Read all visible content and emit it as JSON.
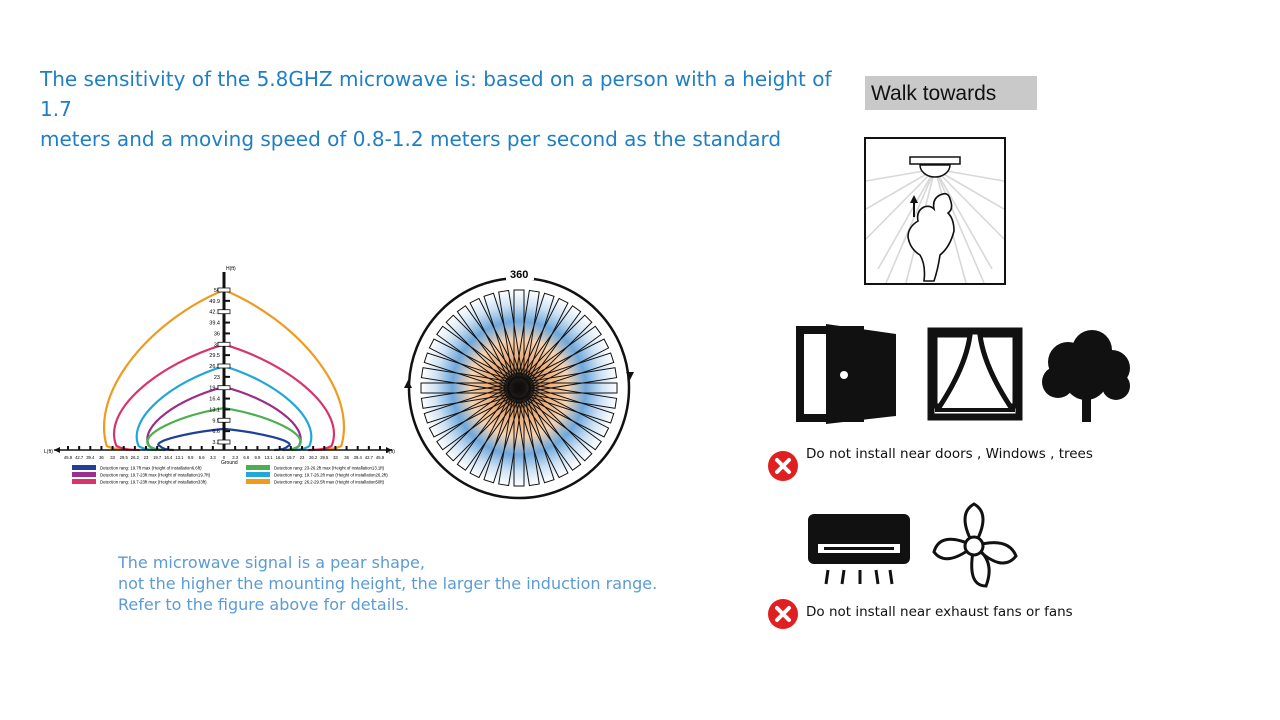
{
  "headline": {
    "line1": "The sensitivity of the 5.8GHZ microwave is: based on a person with a height of 1.7",
    "line2": "meters and a moving speed of 0.8-1.2 meters per second as the standard"
  },
  "chart_data": {
    "type": "area",
    "ylabel": "H(ft)",
    "xlabel": "L(ft)",
    "ground_label": "Ground",
    "y_ticks": [
      "3.3",
      "6.6",
      "9.9",
      "13.1",
      "16.4",
      "19.7",
      "23",
      "26.2",
      "29.5",
      "33",
      "36",
      "39.4",
      "42.7",
      "49.9",
      "50"
    ],
    "x_ticks": [
      "45.9",
      "42.7",
      "39.4",
      "36",
      "33",
      "29.5",
      "26.2",
      "23",
      "19.7",
      "16.4",
      "13.1",
      "9.9",
      "6.6",
      "3.3",
      "0",
      "3.3",
      "6.6",
      "9.9",
      "13.1",
      "16.4",
      "19.7",
      "23",
      "26.2",
      "29.5",
      "33",
      "36",
      "39.4",
      "42.7",
      "45.9"
    ],
    "series": [
      {
        "name": "Detection rang: 19.7ft max (Height of installation6.6ft)",
        "color": "#1f3f99",
        "height": 6.6,
        "range": 19.7
      },
      {
        "name": "Detection rang: 19.7-23ft max (Height of installation19.7ft)",
        "color": "#9b2e8c",
        "height": 19.7,
        "range": 23
      },
      {
        "name": "Detection rang: 19.7-23ft max (Height of installation33ft)",
        "color": "#d8336a",
        "height": 33,
        "range": 33
      },
      {
        "name": "Detection rang: 23-26.2ft max (Height of installation13.1ft)",
        "color": "#4caf50",
        "height": 13.1,
        "range": 23
      },
      {
        "name": "Detection rang: 19.7-26.2ft max (Height of installation26.2ft)",
        "color": "#22a7d8",
        "height": 26.2,
        "range": 26.2
      },
      {
        "name": "Detection rang: 26.2-29.5ft max (Height of installation50ft)",
        "color": "#f09a1e",
        "height": 50,
        "range": 36
      }
    ]
  },
  "polar": {
    "angle_label": "360"
  },
  "walk": {
    "label": "Walk towards"
  },
  "note": {
    "line1": "The microwave signal is a pear shape,",
    "line2": "not the higher the mounting height, the larger the induction range.",
    "line3": "Refer to the figure above for details."
  },
  "warnings": {
    "doors": "Do not install near doors , Windows , trees",
    "fans": "Do not install near exhaust fans or fans"
  },
  "colors": {
    "headline": "#1f7fc4",
    "note": "#5b9bd5",
    "warning": "#e02020"
  }
}
